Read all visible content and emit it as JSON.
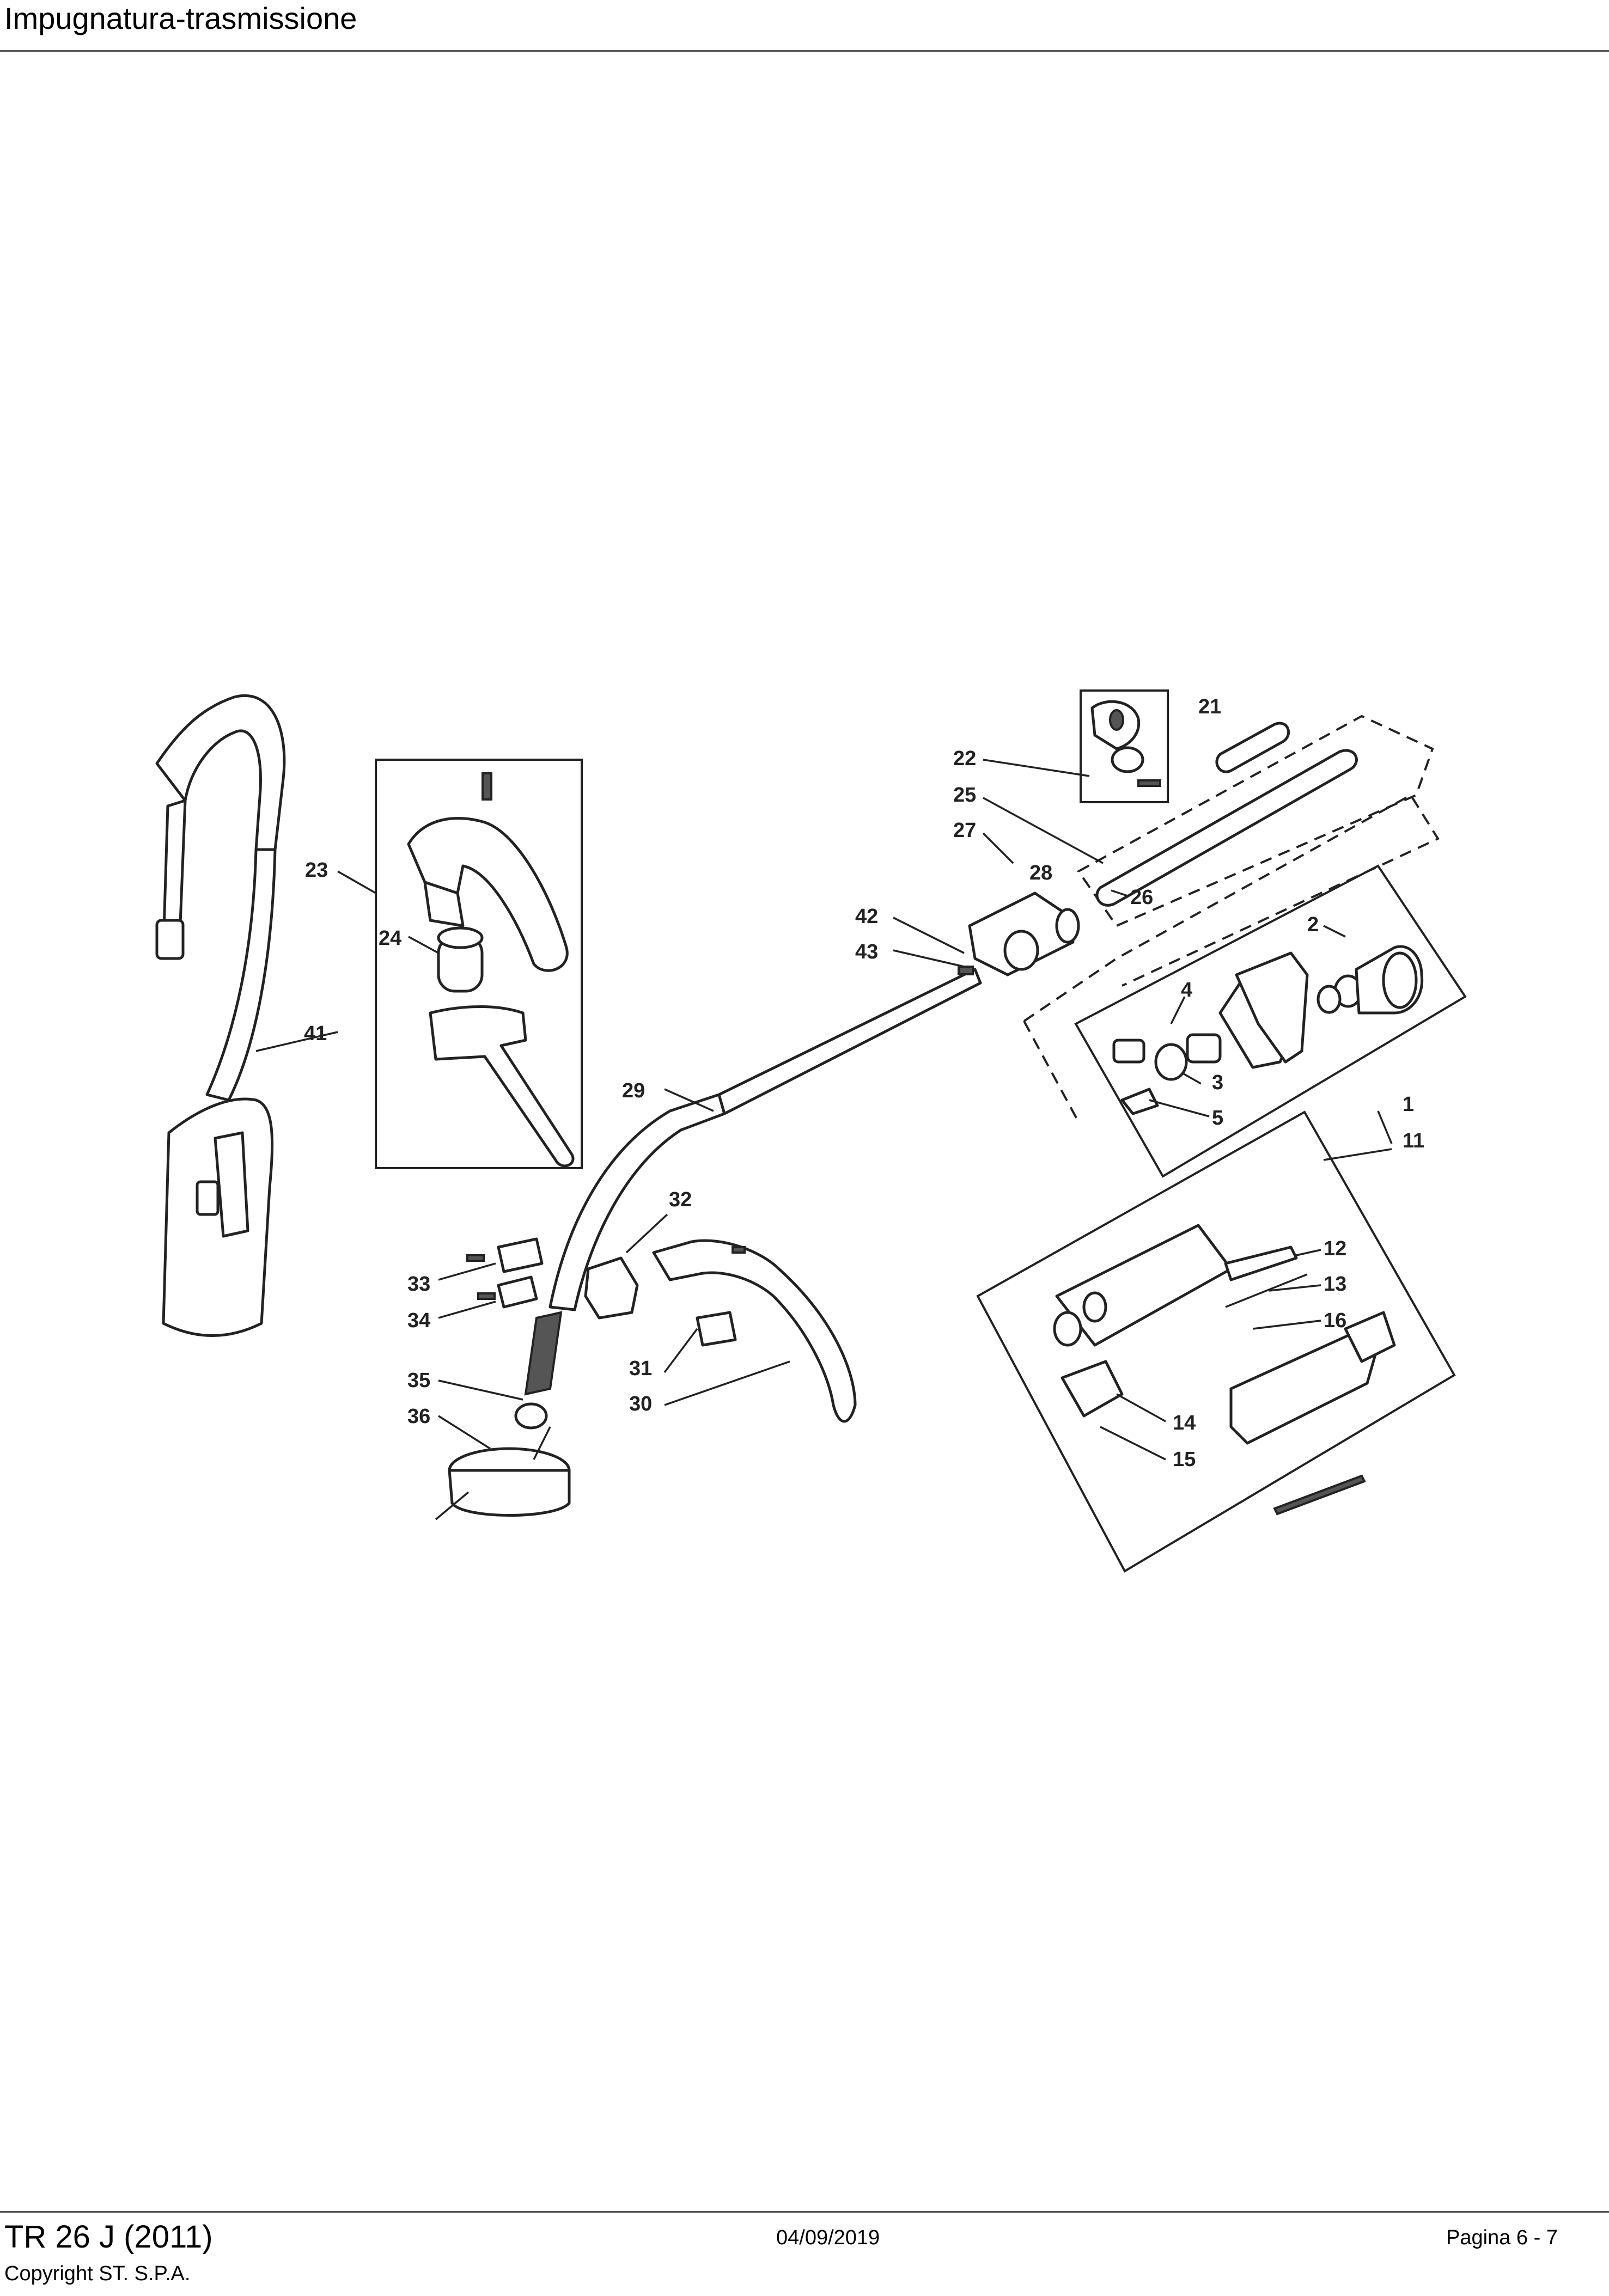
{
  "header": {
    "title": "Impugnatura-trasmissione"
  },
  "diagram": {
    "callouts": {
      "c1": "1",
      "c2": "2",
      "c3": "3",
      "c4": "4",
      "c5": "5",
      "c11": "11",
      "c12": "12",
      "c13": "13",
      "c14": "14",
      "c15": "15",
      "c16": "16",
      "c21": "21",
      "c22": "22",
      "c23": "23",
      "c24": "24",
      "c25": "25",
      "c26": "26",
      "c27": "27",
      "c28": "28",
      "c29": "29",
      "c30": "30",
      "c31": "31",
      "c32": "32",
      "c33": "33",
      "c34": "34",
      "c35": "35",
      "c36": "36",
      "c41": "41",
      "c42": "42",
      "c43": "43"
    }
  },
  "footer": {
    "model": "TR 26 J (2011)",
    "copyright": "Copyright ST. S.P.A.",
    "date": "04/09/2019",
    "page": "Pagina 6 - 7"
  }
}
